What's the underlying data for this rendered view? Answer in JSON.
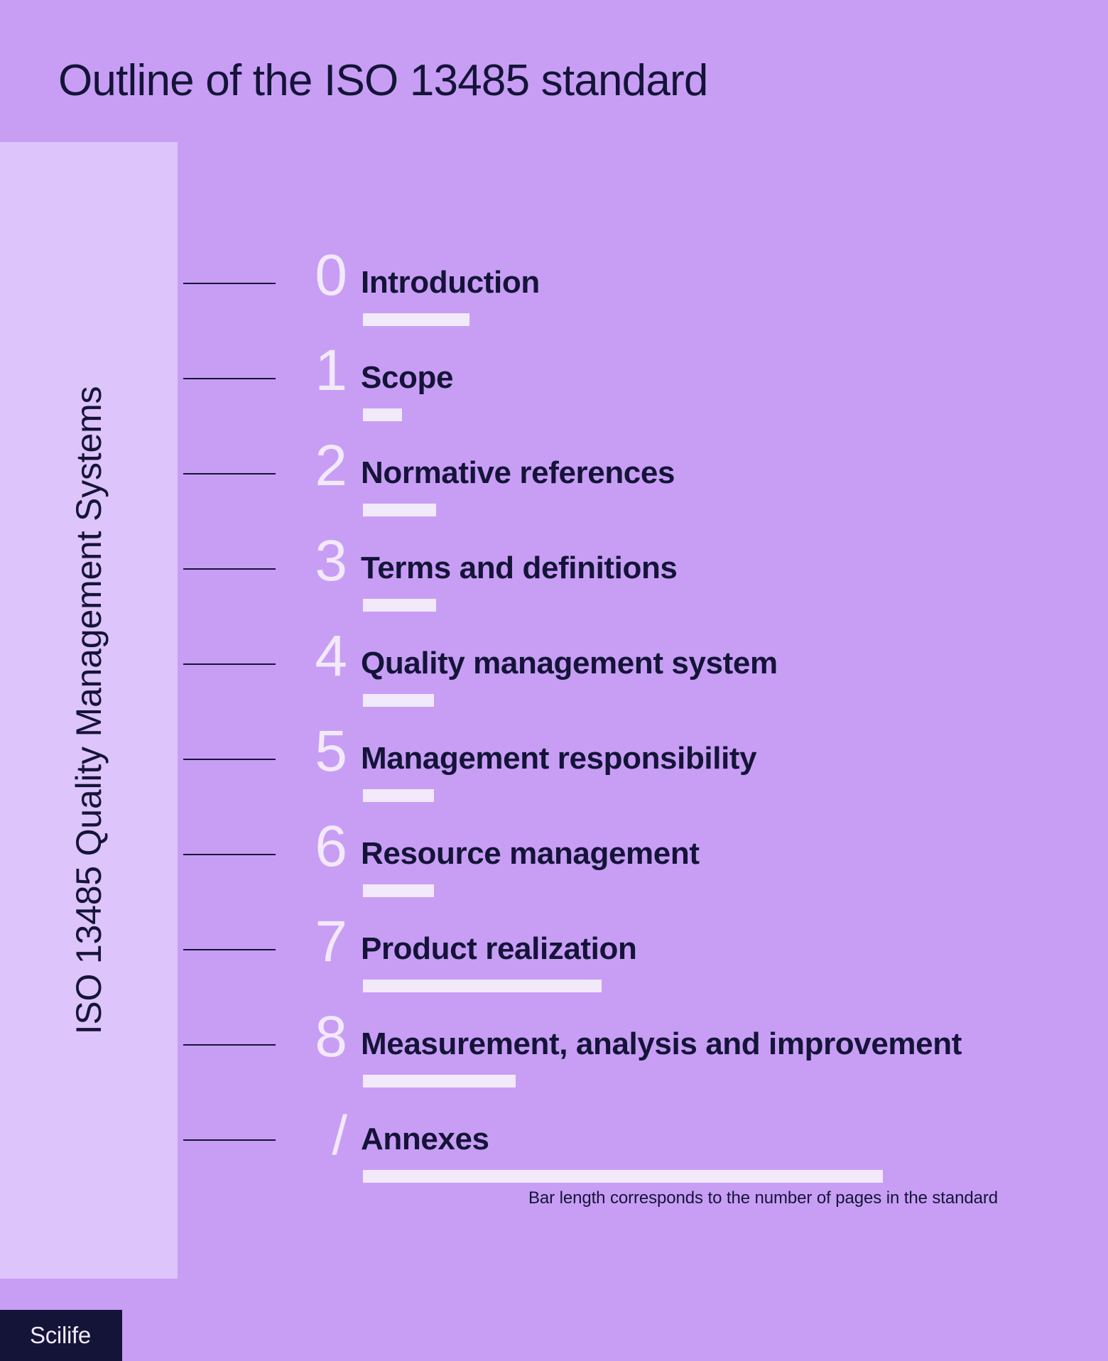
{
  "title": "Outline of the ISO 13485 standard",
  "vertical_label": "ISO 13485 Quality Management Systems",
  "caption": "Bar length corresponds to the number of pages in the standard",
  "brand": "Scilife",
  "colors": {
    "background": "#c89ef5",
    "panel": "#ddc4fa",
    "ink": "#141438",
    "bar": "#f2e9fb",
    "number": "#f2e9fb"
  },
  "chart_data": {
    "type": "bar",
    "title": "Outline of the ISO 13485 standard",
    "subtitle": "ISO 13485 Quality Management Systems",
    "xlabel": "Bar length corresponds to the number of pages in the standard",
    "ylabel": "",
    "orientation": "horizontal",
    "grid": false,
    "legend": null,
    "categories": [
      "Introduction",
      "Scope",
      "Normative references",
      "Terms and definitions",
      "Quality management system",
      "Management responsibility",
      "Resource management",
      "Product realization",
      "Measurement, analysis and improvement",
      "Annexes"
    ],
    "values": [
      150,
      55,
      103,
      103,
      100,
      100,
      100,
      336,
      215,
      732
    ],
    "value_unit": "bar length in px (proportional to number of pages)"
  },
  "items": [
    {
      "number": "0",
      "label": "Introduction",
      "bar": 150
    },
    {
      "number": "1",
      "label": "Scope",
      "bar": 55
    },
    {
      "number": "2",
      "label": "Normative references",
      "bar": 103
    },
    {
      "number": "3",
      "label": "Terms and definitions",
      "bar": 103
    },
    {
      "number": "4",
      "label": "Quality management system",
      "bar": 100
    },
    {
      "number": "5",
      "label": "Management responsibility",
      "bar": 100
    },
    {
      "number": "6",
      "label": "Resource management",
      "bar": 100
    },
    {
      "number": "7",
      "label": "Product realization",
      "bar": 336
    },
    {
      "number": "8",
      "label": "Measurement, analysis and improvement",
      "bar": 215
    },
    {
      "number": "/",
      "label": "Annexes",
      "bar": 732
    }
  ]
}
